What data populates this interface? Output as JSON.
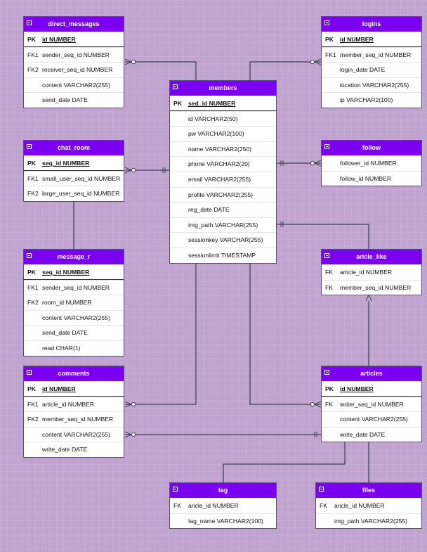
{
  "diagram": {
    "entities": [
      {
        "id": "direct_messages",
        "title": "direct_messages",
        "rows": [
          {
            "key": "PK",
            "field": "id NUMBER",
            "pk": true
          },
          {
            "key": "FK1",
            "field": "sender_seq_id NUMBER"
          },
          {
            "key": "FK2",
            "field": "receiver_seq_id NUMBER"
          },
          {
            "key": "",
            "field": "content VARCHAR2(255)"
          },
          {
            "key": "",
            "field": "send_date DATE"
          }
        ]
      },
      {
        "id": "logins",
        "title": "logins",
        "rows": [
          {
            "key": "PK",
            "field": "id NUMBER",
            "pk": true
          },
          {
            "key": "FK1",
            "field": "member_seq_id NUMBER"
          },
          {
            "key": "",
            "field": "login_date DATE"
          },
          {
            "key": "",
            "field": "location VARCHAR2(255)"
          },
          {
            "key": "",
            "field": "ip VARCHAR2(100)"
          }
        ]
      },
      {
        "id": "members",
        "title": "members",
        "rows": [
          {
            "key": "PK",
            "field": "sed_id NUMBER",
            "pk": true
          },
          {
            "key": "",
            "field": "id VARCHAR2(50)"
          },
          {
            "key": "",
            "field": "pw VARCHAR2(100)"
          },
          {
            "key": "",
            "field": "name VARCHAR2(250)"
          },
          {
            "key": "",
            "field": "phone VARCHAR2(20)"
          },
          {
            "key": "",
            "field": "email VARCHAR2(255)"
          },
          {
            "key": "",
            "field": "profile VARCHAR2(255)"
          },
          {
            "key": "",
            "field": "reg_date DATE"
          },
          {
            "key": "",
            "field": "img_path VARCHAR(255)"
          },
          {
            "key": "",
            "field": "sessionkey VARCHAR(255)"
          },
          {
            "key": "",
            "field": "sessionlimit TIMESTAMP"
          }
        ]
      },
      {
        "id": "chat_room",
        "title": "chat_room",
        "rows": [
          {
            "key": "PK",
            "field": "seq_id NUMBER",
            "pk": true
          },
          {
            "key": "FK1",
            "field": "small_user_seq_id NUMBER"
          },
          {
            "key": "FK2",
            "field": "large_user_seq_id NUMBER"
          }
        ]
      },
      {
        "id": "follow",
        "title": "follow",
        "rows": [
          {
            "key": "",
            "field": "follower_id NUMBER"
          },
          {
            "key": "",
            "field": "follow_id NUMBER"
          }
        ]
      },
      {
        "id": "message_r",
        "title": "message_r",
        "rows": [
          {
            "key": "PK",
            "field": "seq_id NUMBER",
            "pk": true
          },
          {
            "key": "FK1",
            "field": "sender_seq_id NUMBER"
          },
          {
            "key": "FK2",
            "field": "room_id NUMBER"
          },
          {
            "key": "",
            "field": "content VARCHAR2(255)"
          },
          {
            "key": "",
            "field": "send_date DATE"
          },
          {
            "key": "",
            "field": "read CHAR(1)"
          }
        ]
      },
      {
        "id": "aricle_like",
        "title": "aricle_like",
        "rows": [
          {
            "key": "FK",
            "field": "article_id NUMBER"
          },
          {
            "key": "FK",
            "field": "member_seq_id NUMBER"
          }
        ]
      },
      {
        "id": "comments",
        "title": "comments",
        "rows": [
          {
            "key": "PK",
            "field": "id NUMBER",
            "pk": true
          },
          {
            "key": "FK1",
            "field": "article_id NUMBER"
          },
          {
            "key": "FK2",
            "field": "member_seq_id NUMBER"
          },
          {
            "key": "",
            "field": "content VARCHAR2(255)"
          },
          {
            "key": "",
            "field": "write_date DATE"
          }
        ]
      },
      {
        "id": "articles",
        "title": "articles",
        "rows": [
          {
            "key": "PK",
            "field": "id NUMBER",
            "pk": true
          },
          {
            "key": "FK",
            "field": "writer_seq_id NUMBER"
          },
          {
            "key": "",
            "field": "content VARCHAR2(255)"
          },
          {
            "key": "",
            "field": "write_date DATE"
          }
        ]
      },
      {
        "id": "tag",
        "title": "tag",
        "rows": [
          {
            "key": "FK",
            "field": "aricle_id NUMBER"
          },
          {
            "key": "",
            "field": "tag_name VARCHAR2(100)"
          }
        ]
      },
      {
        "id": "files",
        "title": "files",
        "rows": [
          {
            "key": "FK",
            "field": "aricle_id NUMBER"
          },
          {
            "key": "",
            "field": "img_path VARCHAR2(255)"
          }
        ]
      }
    ],
    "relationships": [
      {
        "from": "direct_messages",
        "to": "members"
      },
      {
        "from": "logins",
        "to": "members"
      },
      {
        "from": "chat_room",
        "to": "members"
      },
      {
        "from": "follow",
        "to": "members"
      },
      {
        "from": "chat_room",
        "to": "message_r"
      },
      {
        "from": "aricle_like",
        "to": "members"
      },
      {
        "from": "aricle_like",
        "to": "articles"
      },
      {
        "from": "comments",
        "to": "members"
      },
      {
        "from": "comments",
        "to": "articles"
      },
      {
        "from": "articles",
        "to": "members"
      },
      {
        "from": "tag",
        "to": "articles"
      },
      {
        "from": "files",
        "to": "articles"
      }
    ]
  }
}
